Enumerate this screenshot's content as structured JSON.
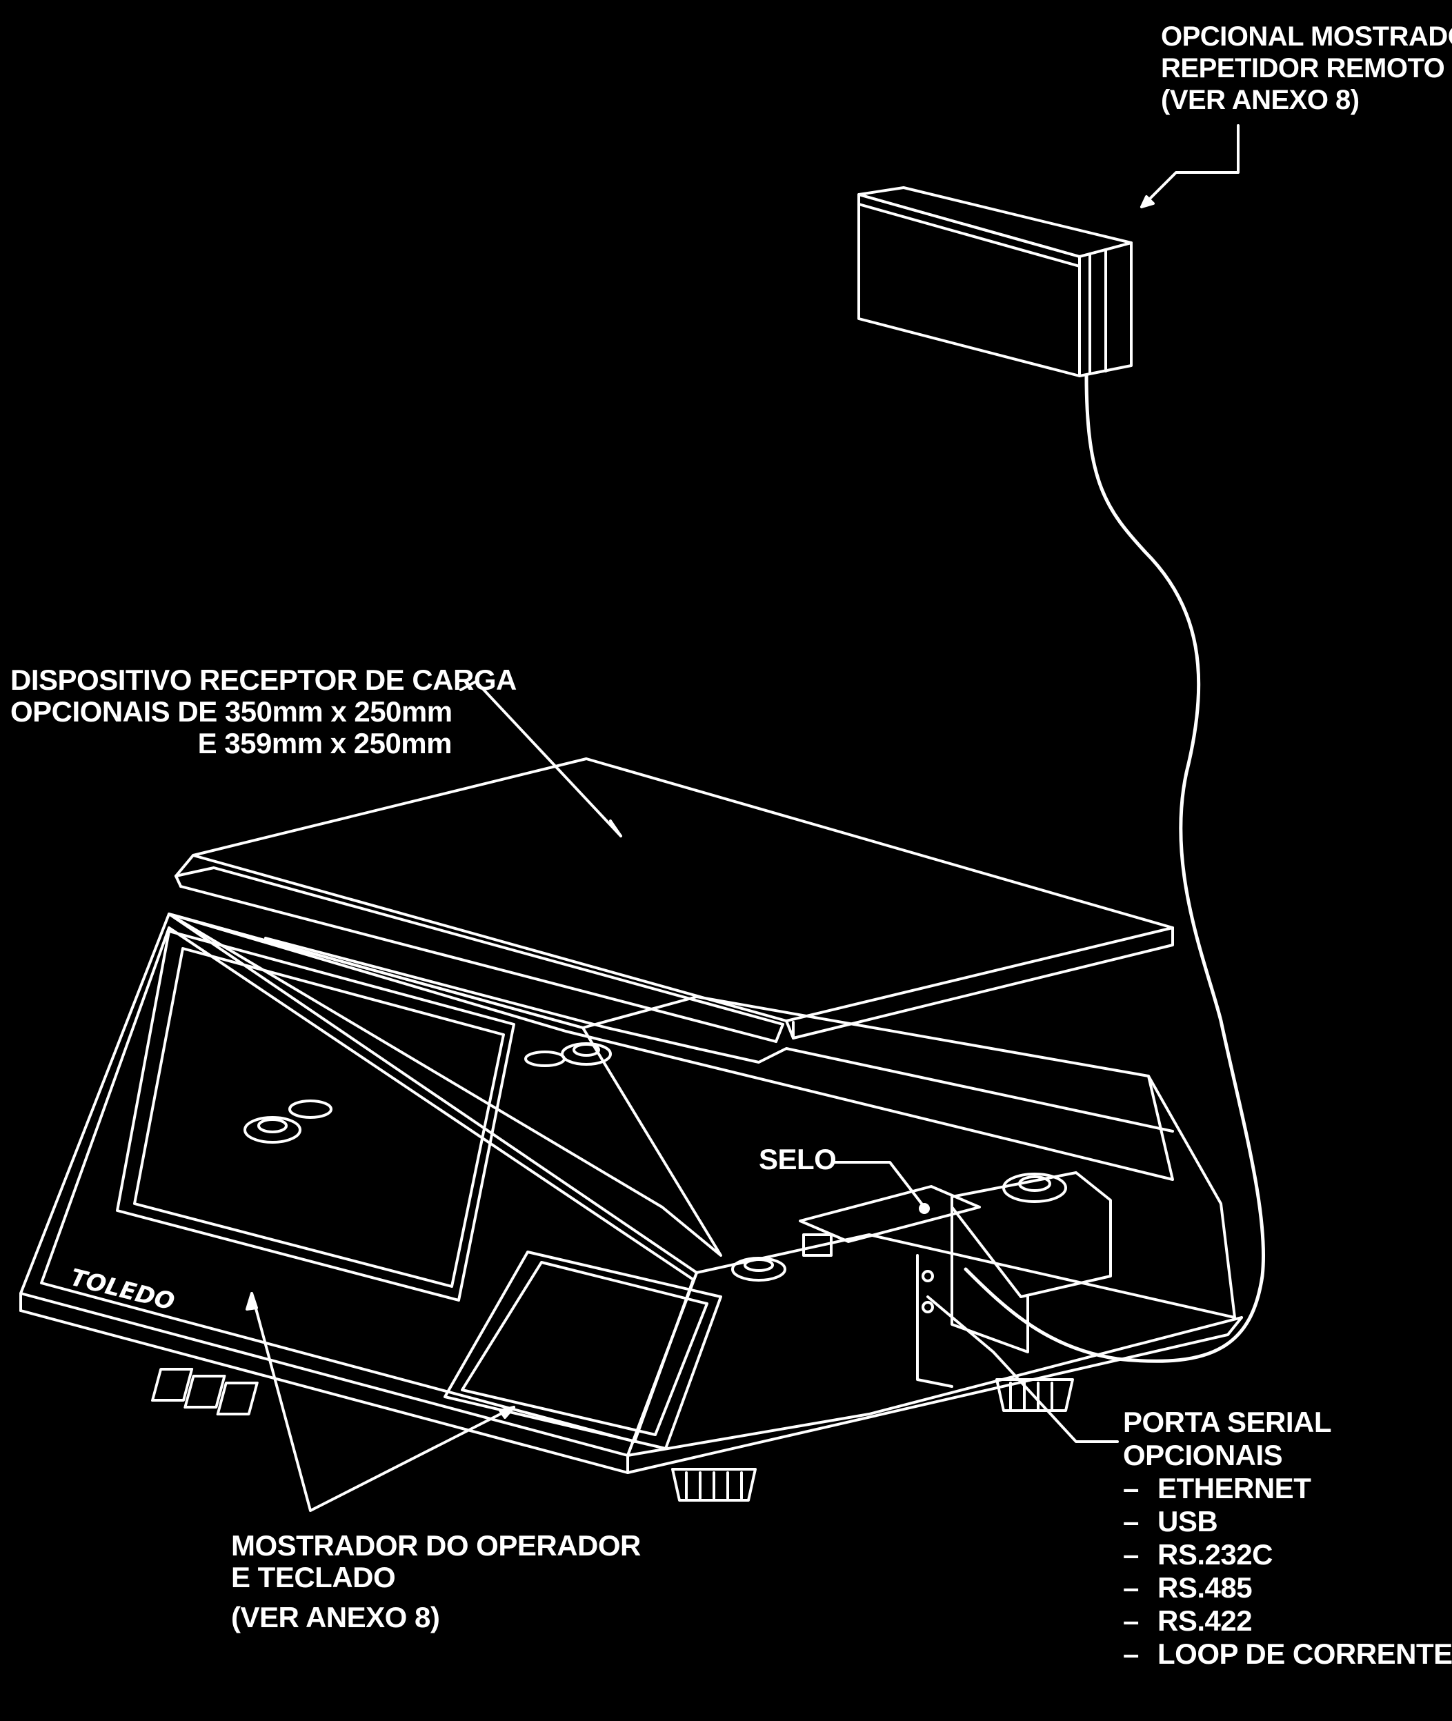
{
  "colors": {
    "background": "#000000",
    "line": "#ffffff"
  },
  "labels": {
    "remote_display": {
      "line1": "OPCIONAL MOSTRADOR",
      "line2": "REPETIDOR REMOTO",
      "line3": "(VER ANEXO 8)"
    },
    "load_receptor": {
      "line1": "DISPOSITIVO RECEPTOR DE CARGA",
      "line2": "OPCIONAIS DE 350mm x 250mm",
      "line3": "E 359mm x 250mm"
    },
    "seal": "SELO",
    "operator_display": {
      "line1": "MOSTRADOR DO OPERADOR",
      "line2": "E TECLADO",
      "line3": "(VER ANEXO 8)"
    },
    "serial_port": {
      "line1": "PORTA SERIAL",
      "line2": "OPCIONAIS",
      "items": [
        "ETHERNET",
        "USB",
        "RS.232C",
        "RS.485",
        "RS.422",
        "LOOP DE CORRENTE"
      ]
    }
  },
  "brand_logo": "TOLEDO"
}
